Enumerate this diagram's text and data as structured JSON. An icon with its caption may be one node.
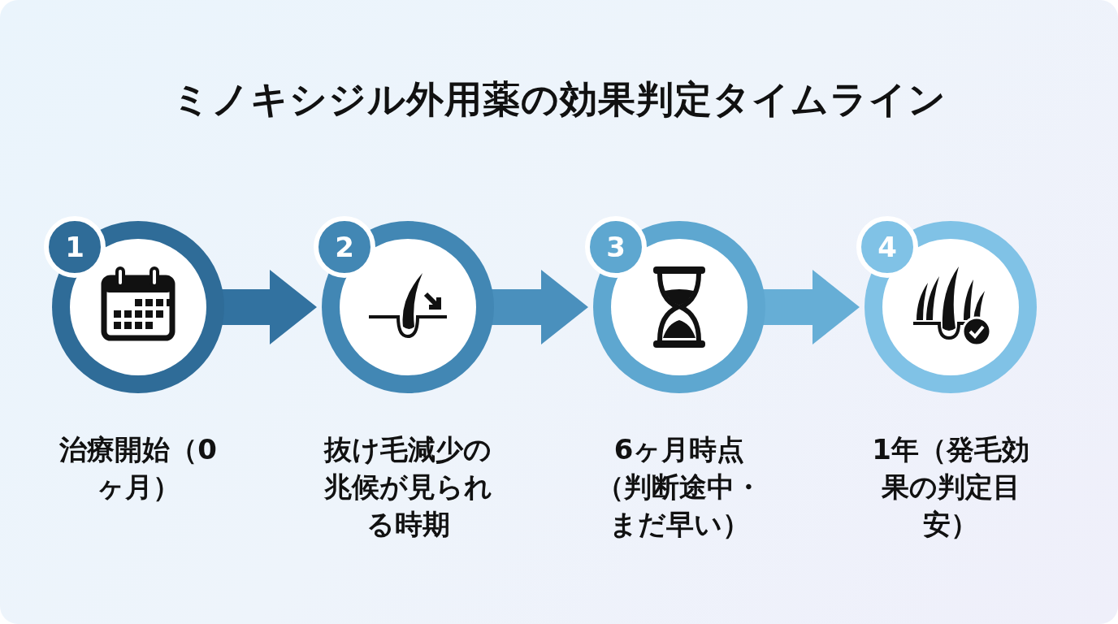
{
  "diagram": {
    "title": "ミノキシジル外用薬の効果判定タイムライン",
    "nodes": [
      {
        "text": [
          "1",
          "治療開始（0ヶ月）"
        ]
      },
      {
        "text": [
          "2",
          "抜け毛減少の兆候が見られる時期"
        ]
      },
      {
        "text": [
          "3",
          "6ヶ月時点（判断途中・まだ早い）"
        ]
      },
      {
        "text": [
          "4",
          "1年（発毛効果の判定目安）"
        ]
      }
    ],
    "edges": [
      {
        "from": 0,
        "to": 1,
        "arrow": "to",
        "color": "#3272a0"
      },
      {
        "from": 1,
        "to": 2,
        "arrow": "to",
        "color": "#4a90bd"
      },
      {
        "from": 2,
        "to": 3,
        "arrow": "to",
        "color": "#66aed6"
      }
    ]
  }
}
